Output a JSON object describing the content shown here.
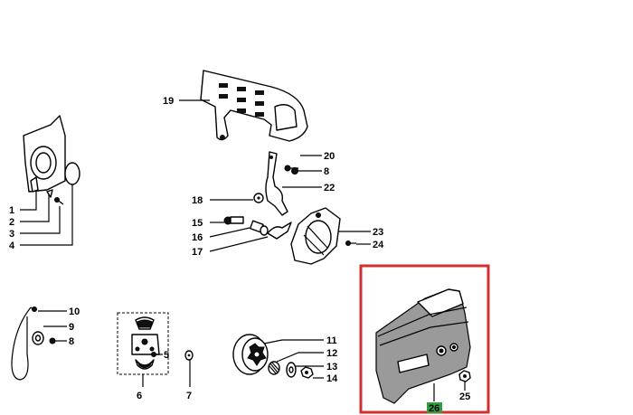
{
  "callouts": {
    "c1": "1",
    "c2": "2",
    "c3": "3",
    "c4": "4",
    "c5": "5",
    "c6": "6",
    "c7": "7",
    "c8a": "8",
    "c8b": "8",
    "c9": "9",
    "c10": "10",
    "c11": "11",
    "c12": "12",
    "c13": "13",
    "c14": "14",
    "c15": "15",
    "c16": "16",
    "c17": "17",
    "c18": "18",
    "c19": "19",
    "c20": "20",
    "c22": "22",
    "c23": "23",
    "c24": "24",
    "c25": "25",
    "c26": "26"
  },
  "highlight": {
    "frame_color": "#d32f2f",
    "label_bg": "#2e9e3e"
  }
}
